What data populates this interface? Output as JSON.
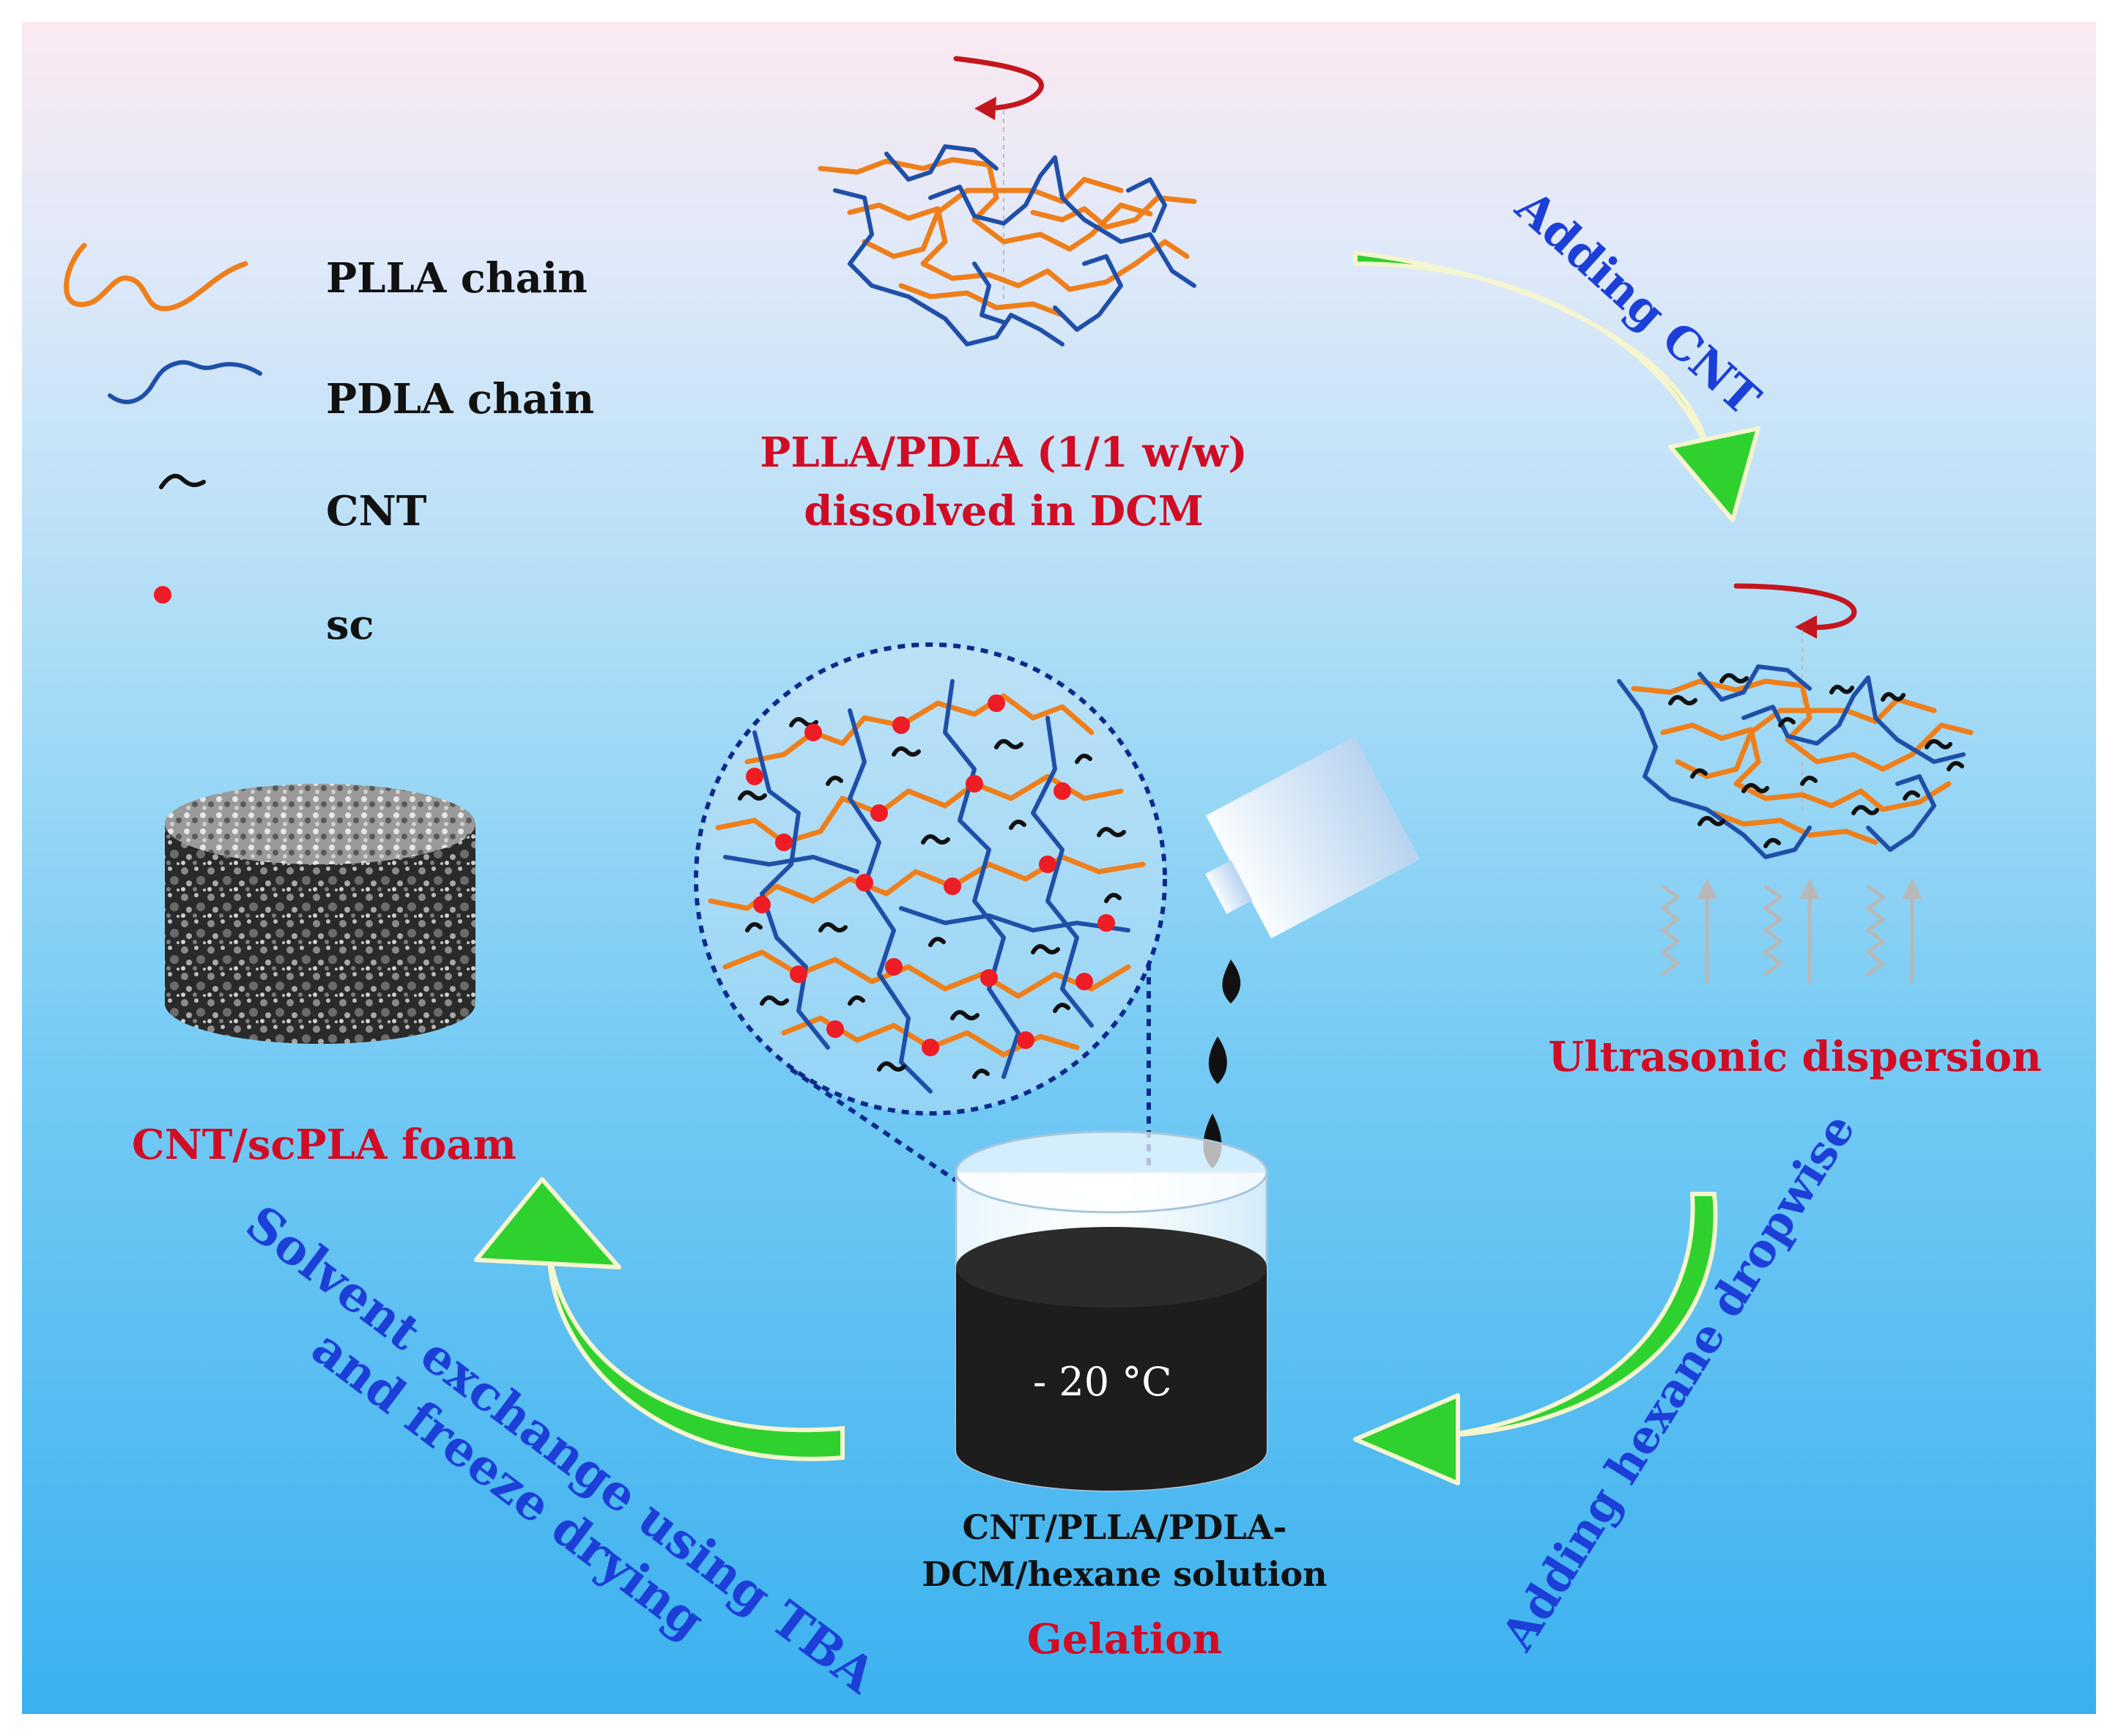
{
  "legend": {
    "items": [
      {
        "label": "PLLA chain",
        "color": "#ef7f1a"
      },
      {
        "label": "PDLA chain",
        "color": "#1f4fa8"
      },
      {
        "label": "CNT",
        "color": "#111111"
      },
      {
        "label": "sc",
        "color": "#ee1c24"
      }
    ]
  },
  "steps": {
    "start": {
      "line1": "PLLA/PDLA (1/1 w/w)",
      "line2": "dissolved in DCM"
    },
    "add_cnt": "Adding CNT",
    "ultrasonic": "Ultrasonic dispersion",
    "add_hexane": "Adding hexane dropwise",
    "beaker_temp": "- 20 °C",
    "solution": {
      "line1": "CNT/PLLA/PDLA-",
      "line2": "DCM/hexane solution"
    },
    "gelation": "Gelation",
    "solvent_exchange": {
      "line1": "Solvent exchange using TBA",
      "line2": "and freeze  drying"
    },
    "foam": "CNT/scPLA foam"
  },
  "colors": {
    "title_red": "#d00d25",
    "text_blue": "#1c3fd8",
    "arrow_green": "#2fd12f",
    "plla_orange": "#ef7f1a",
    "pdla_blue": "#1f4fa8",
    "sc_red": "#ee1c24"
  }
}
